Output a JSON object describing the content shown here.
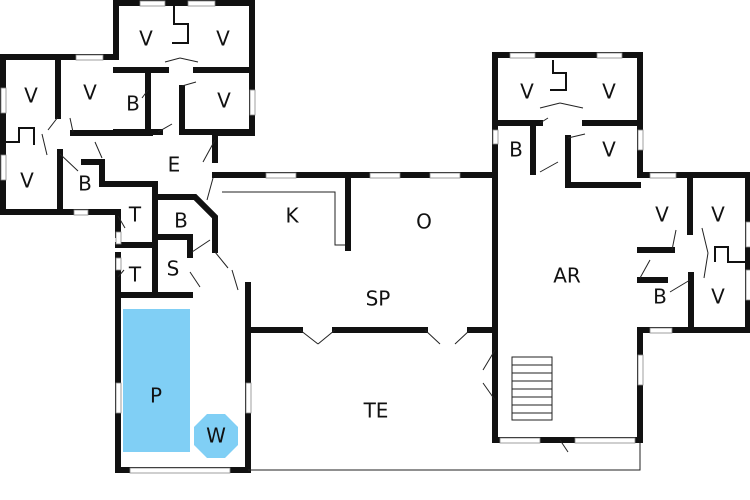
{
  "plan": {
    "rooms": [
      {
        "id": "v1",
        "label": "V"
      },
      {
        "id": "v2",
        "label": "V"
      },
      {
        "id": "v3",
        "label": "V"
      },
      {
        "id": "v4",
        "label": "V"
      },
      {
        "id": "v5",
        "label": "V"
      },
      {
        "id": "v6",
        "label": "V"
      },
      {
        "id": "b1",
        "label": "B"
      },
      {
        "id": "b2",
        "label": "B"
      },
      {
        "id": "e",
        "label": "E"
      },
      {
        "id": "t1",
        "label": "T"
      },
      {
        "id": "t2",
        "label": "T"
      },
      {
        "id": "b3",
        "label": "B"
      },
      {
        "id": "s",
        "label": "S"
      },
      {
        "id": "k",
        "label": "K"
      },
      {
        "id": "o",
        "label": "O"
      },
      {
        "id": "sp",
        "label": "SP"
      },
      {
        "id": "te",
        "label": "TE"
      },
      {
        "id": "p",
        "label": "P"
      },
      {
        "id": "w",
        "label": "W"
      },
      {
        "id": "ar",
        "label": "AR"
      },
      {
        "id": "v7",
        "label": "V"
      },
      {
        "id": "v8",
        "label": "V"
      },
      {
        "id": "v9",
        "label": "V"
      },
      {
        "id": "b4",
        "label": "B"
      },
      {
        "id": "v10",
        "label": "V"
      },
      {
        "id": "v11",
        "label": "V"
      },
      {
        "id": "v12",
        "label": "V"
      },
      {
        "id": "b5",
        "label": "B"
      }
    ]
  },
  "colors": {
    "pool": "#80cff5",
    "wall": "#111111"
  }
}
